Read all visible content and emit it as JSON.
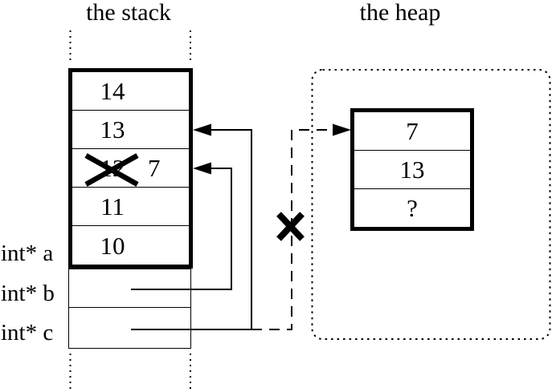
{
  "colors": {
    "ink": "#000000",
    "background": "#ffffff"
  },
  "stack": {
    "title": "the stack",
    "cells": [
      {
        "value": "14"
      },
      {
        "value": "13"
      },
      {
        "old_value": "12",
        "new_value": "7",
        "crossed_out": true
      },
      {
        "value": "11"
      },
      {
        "value": "10"
      }
    ],
    "pointer_slots": [
      {
        "label": "int* a"
      },
      {
        "label": "int* b"
      },
      {
        "label": "int* c"
      }
    ]
  },
  "heap": {
    "title": "the heap",
    "cells": [
      {
        "value": "7"
      },
      {
        "value": "13"
      },
      {
        "value": "?"
      }
    ]
  },
  "icons": {
    "cross": "✕",
    "arrowhead_left": "◀",
    "arrowhead_right": "▶"
  }
}
